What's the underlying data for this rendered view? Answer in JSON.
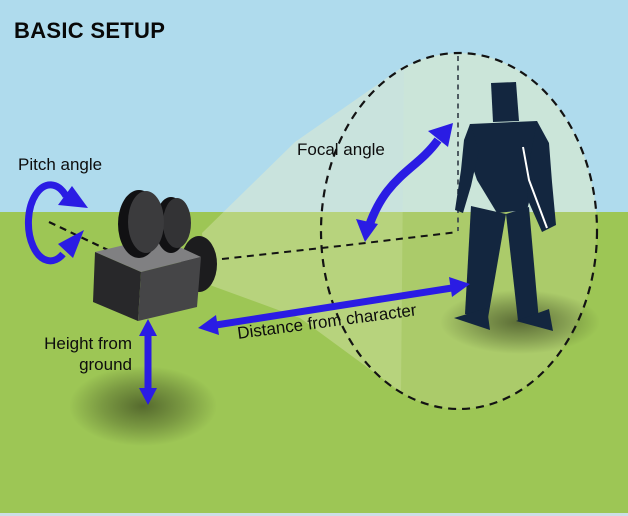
{
  "title": "BASIC SETUP",
  "labels": {
    "pitch_angle": "Pitch angle",
    "focal_angle": "Focal angle",
    "height_from_ground": "Height from ground",
    "distance_from_character": "Distance from character"
  },
  "colors": {
    "sky": "#afdbed",
    "grass": "#9dc655",
    "ellipse_sky": "#cbe5d9",
    "ellipse_grass": "#abcb6a",
    "frustum_sky": "#c9e3dd",
    "frustum_grass": "#b7d37d",
    "figure": "#13263f",
    "arrow": "#2a1ce4",
    "text": "#0d0d0d",
    "border_strip": "#ccdfe6"
  }
}
